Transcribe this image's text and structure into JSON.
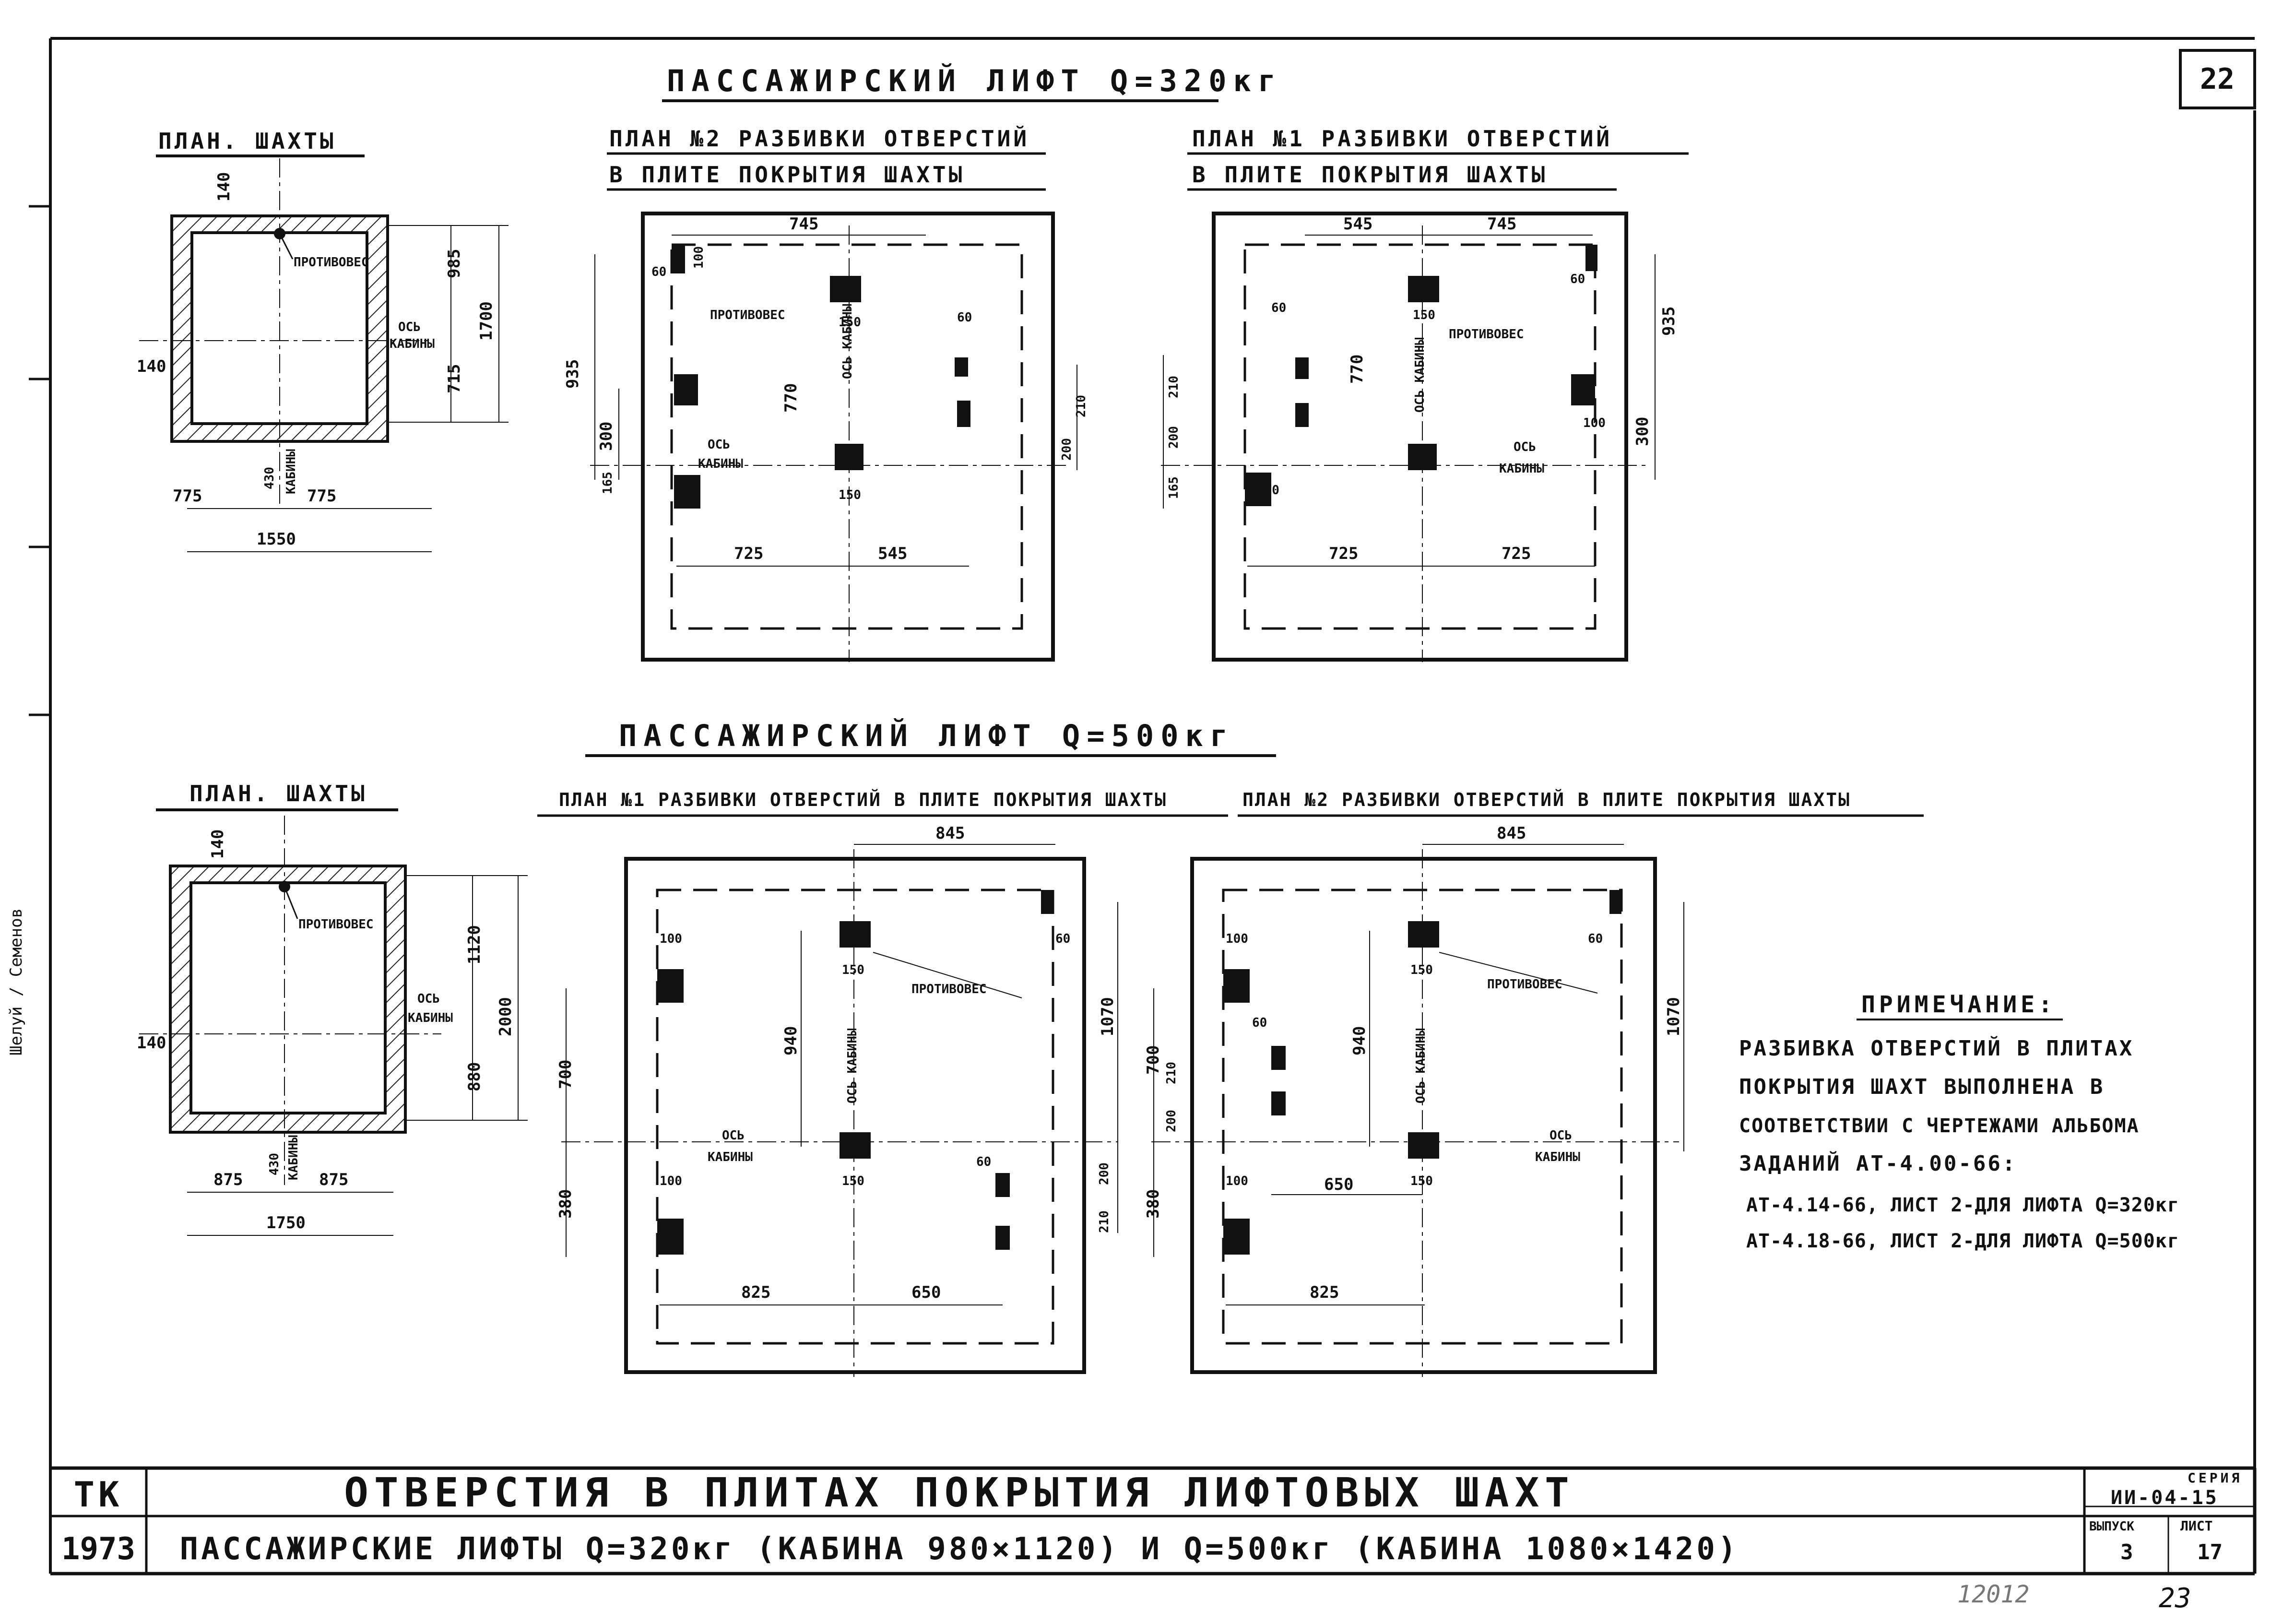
{
  "sheet": {
    "number": "22",
    "bottom_right_number": "23",
    "bottom_faint_number": "12012",
    "side_signature": "Шелуй / Семенов"
  },
  "section_320": {
    "title": "ПАССАЖИРСКИЙ ЛИФТ Q=320кг",
    "shaft_plan": {
      "title": "ПЛАН. ШАХТЫ",
      "labels": {
        "counterweight": "ПРОТИВОВЕС",
        "axis": "ОСЬ",
        "cabin": "КАБИНЫ"
      },
      "dims": {
        "top": "140",
        "left": "140",
        "upper": "985",
        "lower": "715",
        "height": "1700",
        "half_left": "775",
        "half_right": "775",
        "width": "1550",
        "door": "430"
      }
    },
    "plan2": {
      "title_line1": "ПЛАН №2 РАЗБИВКИ ОТВЕРСТИЙ",
      "title_line2": "В ПЛИТЕ ПОКРЫТИЯ ШАХТЫ",
      "labels": {
        "counterweight": "ПРОТИВОВЕС",
        "axis": "ОСЬ",
        "cabin": "КАБИНЫ",
        "axis_cabin_vertical": "ОСЬ КАБИНЫ"
      },
      "dims": {
        "top": "745",
        "left_h": "935",
        "d300": "300",
        "d165": "165",
        "d770": "770",
        "d200": "200",
        "d210": "210",
        "bottom_left": "725",
        "bottom_right": "545",
        "d60": "60",
        "d100": "100",
        "d150": "150"
      }
    },
    "plan1": {
      "title_line1": "ПЛАН №1 РАЗБИВКИ ОТВЕРСТИЙ",
      "title_line2": "В ПЛИТЕ ПОКРЫТИЯ ШАХТЫ",
      "labels": {
        "counterweight": "ПРОТИВОВЕС",
        "axis": "ОСЬ",
        "cabin": "КАБИНЫ",
        "axis_cabin_vertical": "ОСЬ КАБИНЫ"
      },
      "dims": {
        "top_left": "545",
        "top_right": "745",
        "right_h": "935",
        "d300": "300",
        "d165": "165",
        "d770": "770",
        "d200": "200",
        "d210": "210",
        "bottom_left": "725",
        "bottom_right": "725",
        "d60": "60",
        "d100": "100",
        "d150": "150"
      }
    }
  },
  "section_500": {
    "title": "ПАССАЖИРСКИЙ ЛИФТ Q=500кг",
    "shaft_plan": {
      "title": "ПЛАН. ШАХТЫ",
      "labels": {
        "counterweight": "ПРОТИВОВЕС",
        "axis": "ОСЬ",
        "cabin": "КАБИНЫ"
      },
      "dims": {
        "top": "140",
        "left": "140",
        "upper": "1120",
        "lower": "880",
        "height": "2000",
        "half_left": "875",
        "half_right": "875",
        "width": "1750",
        "door": "430"
      }
    },
    "plan1": {
      "title": "ПЛАН №1 РАЗБИВКИ ОТВЕРСТИЙ В ПЛИТЕ ПОКРЫТИЯ ШАХТЫ",
      "labels": {
        "counterweight": "ПРОТИВОВЕС",
        "axis": "ОСЬ",
        "cabin": "КАБИНЫ",
        "axis_cabin_vertical": "ОСЬ КАБИНЫ"
      },
      "dims": {
        "top": "845",
        "left_h": "700",
        "d380": "380",
        "d940": "940",
        "d1070": "1070",
        "d200": "200",
        "d210": "210",
        "bottom_left": "825",
        "bottom_right": "650",
        "d60": "60",
        "d100": "100",
        "d150": "150"
      }
    },
    "plan2": {
      "title": "ПЛАН №2 РАЗБИВКИ ОТВЕРСТИЙ В ПЛИТЕ ПОКРЫТИЯ ШАХТЫ",
      "labels": {
        "counterweight": "ПРОТИВОВЕС",
        "axis": "ОСЬ",
        "cabin": "КАБИНЫ",
        "axis_cabin_vertical": "ОСЬ КАБИНЫ"
      },
      "dims": {
        "top": "845",
        "left_h": "700",
        "d380": "380",
        "d940": "940",
        "d1070": "1070",
        "d200": "200",
        "d210": "210",
        "mid": "650",
        "bottom_left": "825",
        "d60": "60",
        "d100": "100",
        "d150": "150"
      }
    }
  },
  "note": {
    "title": "ПРИМЕЧАНИЕ:",
    "lines": [
      "РАЗБИВКА ОТВЕРСТИЙ В ПЛИТАХ",
      "ПОКРЫТИЯ ШАХТ ВЫПОЛНЕНА В",
      "СООТВЕТСТВИИ С ЧЕРТЕЖАМИ АЛЬБОМА",
      "ЗАДАНИЙ АТ-4.00-66:",
      "АТ-4.14-66, ЛИСТ 2-ДЛЯ ЛИФТА Q=320кг",
      "АТ-4.18-66, ЛИСТ 2-ДЛЯ ЛИФТА Q=500кг"
    ]
  },
  "title_block": {
    "org": "ТК",
    "year": "1973",
    "title": "ОТВЕРСТИЯ В ПЛИТАХ ПОКРЫТИЯ ЛИФТОВЫХ ШАХТ",
    "subtitle": "ПАССАЖИРСКИЕ ЛИФТЫ Q=320кг (КАБИНА 980×1120) И Q=500кг (КАБИНА 1080×1420)",
    "series_label": "СЕРИЯ",
    "series_value": "ИИ-04-15",
    "issue_label": "ВЫПУСК",
    "issue_value": "3",
    "sheet_label": "ЛИСТ",
    "sheet_value": "17"
  }
}
